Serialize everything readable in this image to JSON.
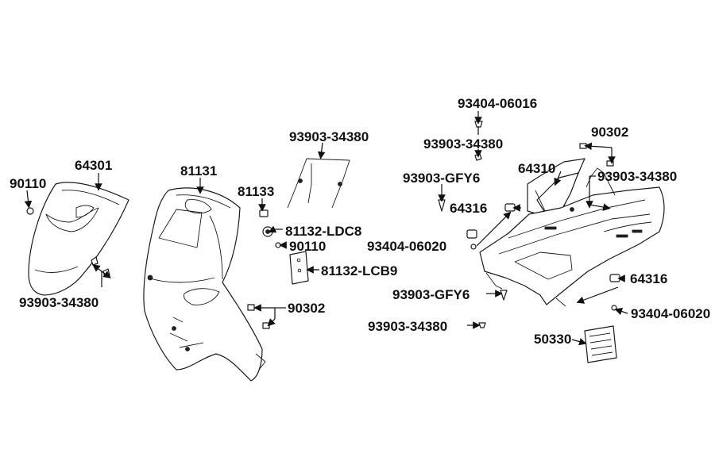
{
  "diagram": {
    "labels": [
      "93404-06016",
      "93903-34380",
      "90302",
      "93903-GFY6",
      "64310",
      "93903-34380",
      "64316",
      "93404-06020",
      "93903-34380",
      "81133",
      "81131",
      "64301",
      "90110",
      "81132-LDC8",
      "90110",
      "81132-LCB9",
      "93903-34380",
      "90302",
      "64316",
      "93404-06020",
      "93903-GFY6",
      "93903-34380",
      "50330"
    ]
  }
}
